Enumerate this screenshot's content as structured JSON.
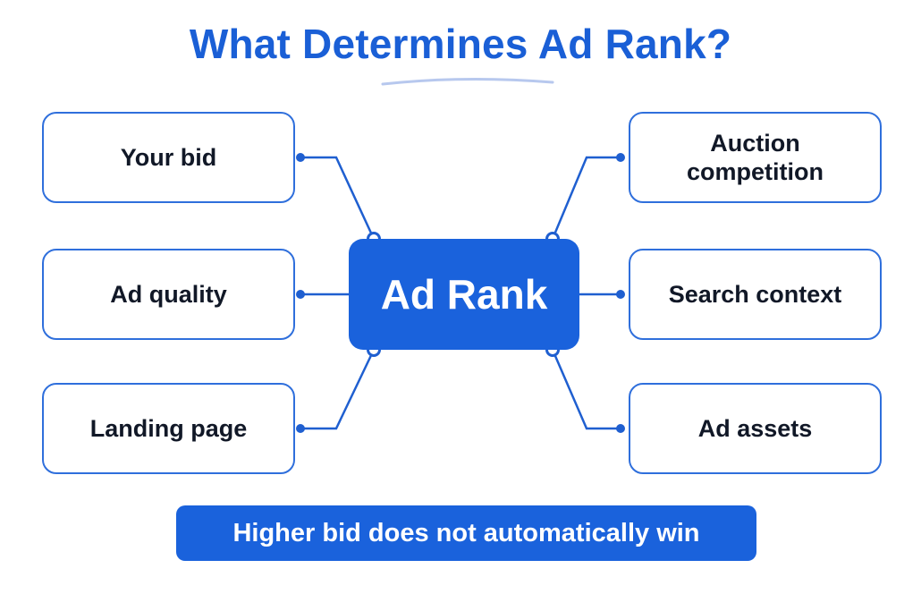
{
  "title": "What Determines Ad Rank?",
  "center": {
    "label": "Ad Rank"
  },
  "factors": {
    "left": [
      {
        "label": "Your bid"
      },
      {
        "label": "Ad quality"
      },
      {
        "label": "Landing page"
      }
    ],
    "right": [
      {
        "label": "Auction competition"
      },
      {
        "label": "Search context"
      },
      {
        "label": "Ad assets"
      }
    ]
  },
  "banner": {
    "text": "Higher bid does not automatically win"
  },
  "colors": {
    "accent": "#1a62dc",
    "title": "#1a5fd6",
    "box_border": "#2f6fdc",
    "text": "#111827"
  }
}
